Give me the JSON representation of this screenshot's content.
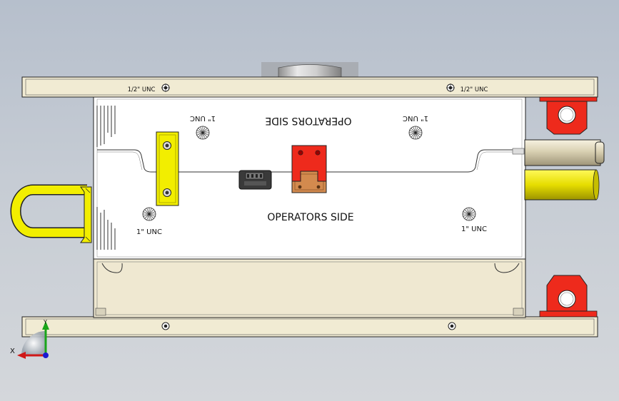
{
  "labels": {
    "top_left_thread": "1/2\" UNC",
    "top_right_thread": "1/2\" UNC",
    "upper_left_thread": "1\" UNC",
    "upper_right_thread": "1\" UNC",
    "lower_left_thread": "1\" UNC",
    "lower_right_thread": "1\" UNC",
    "operators_side": "OPERATORS  SIDE",
    "operators_side_mirrored": "OPERATORS  SIDE"
  },
  "triad": {
    "x_label": "X",
    "y_label": "Y"
  },
  "colors": {
    "plate": "#f1ebd3",
    "body": "#ffffff",
    "handle": "#f2ee00",
    "red_part": "#ee2a1c",
    "copper_part": "#d38a4e",
    "connector": "#3a3a3a",
    "cylinder": "#e8e0c4"
  },
  "icons": {
    "bolt": "bolt-hole-icon",
    "thread": "thread-starburst-icon",
    "triad": "coordinate-triad-icon"
  }
}
